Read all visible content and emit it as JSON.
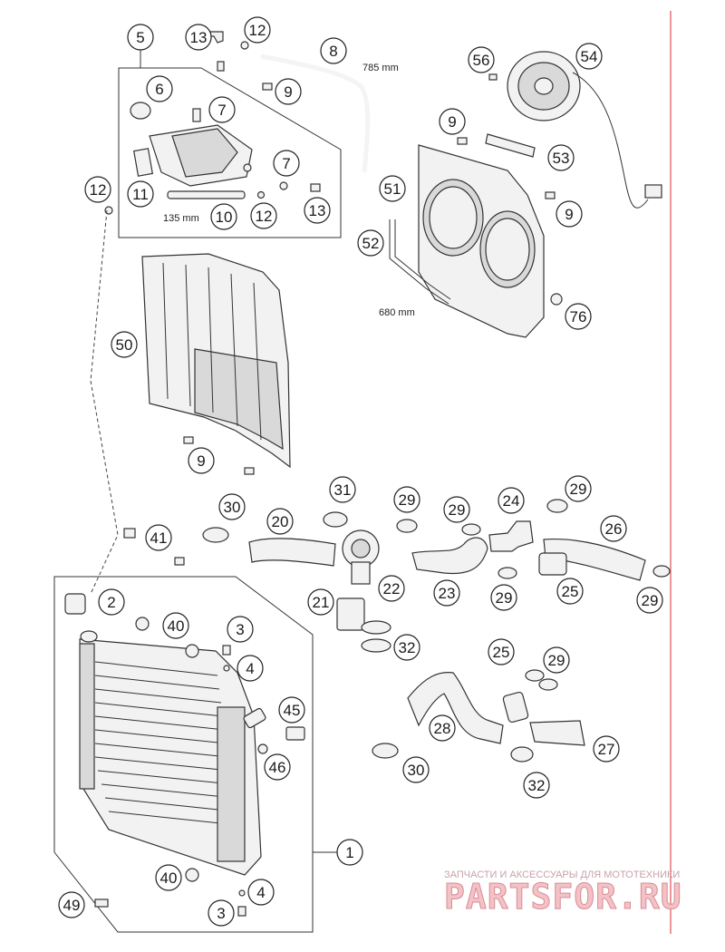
{
  "diagram": {
    "callouts": {
      "c1": "1",
      "c2": "2",
      "c3a": "3",
      "c3b": "3",
      "c4a": "4",
      "c4b": "4",
      "c5": "5",
      "c6": "6",
      "c7a": "7",
      "c7b": "7",
      "c8": "8",
      "c9a": "9",
      "c9b": "9",
      "c9c": "9",
      "c9d": "9",
      "c10": "10",
      "c11": "11",
      "c12a": "12",
      "c12b": "12",
      "c12c": "12",
      "c13a": "13",
      "c13b": "13",
      "c20": "20",
      "c21": "21",
      "c22": "22",
      "c23": "23",
      "c24": "24",
      "c25a": "25",
      "c25b": "25",
      "c26": "26",
      "c27": "27",
      "c28": "28",
      "c29a": "29",
      "c29b": "29",
      "c29c": "29",
      "c29d": "29",
      "c29e": "29",
      "c29f": "29",
      "c30a": "30",
      "c30b": "30",
      "c31": "31",
      "c32a": "32",
      "c32b": "32",
      "c40a": "40",
      "c40b": "40",
      "c41": "41",
      "c45": "45",
      "c46": "46",
      "c49": "49",
      "c50": "50",
      "c51": "51",
      "c52": "52",
      "c53": "53",
      "c54": "54",
      "c56": "56",
      "c76": "76"
    },
    "dimensions": {
      "hose_8": "785 mm",
      "hose_10": "135 mm",
      "cable_52": "680 mm"
    }
  },
  "watermark": {
    "tagline": "ЗАПЧАСТИ И АКСЕССУАРЫ ДЛЯ МОТОТЕХНИКИ",
    "logo": "PARTSFOR.RU"
  },
  "colors": {
    "margin_line": "#e0505a",
    "ink": "#222222",
    "watermark": "#f2c2c6"
  }
}
